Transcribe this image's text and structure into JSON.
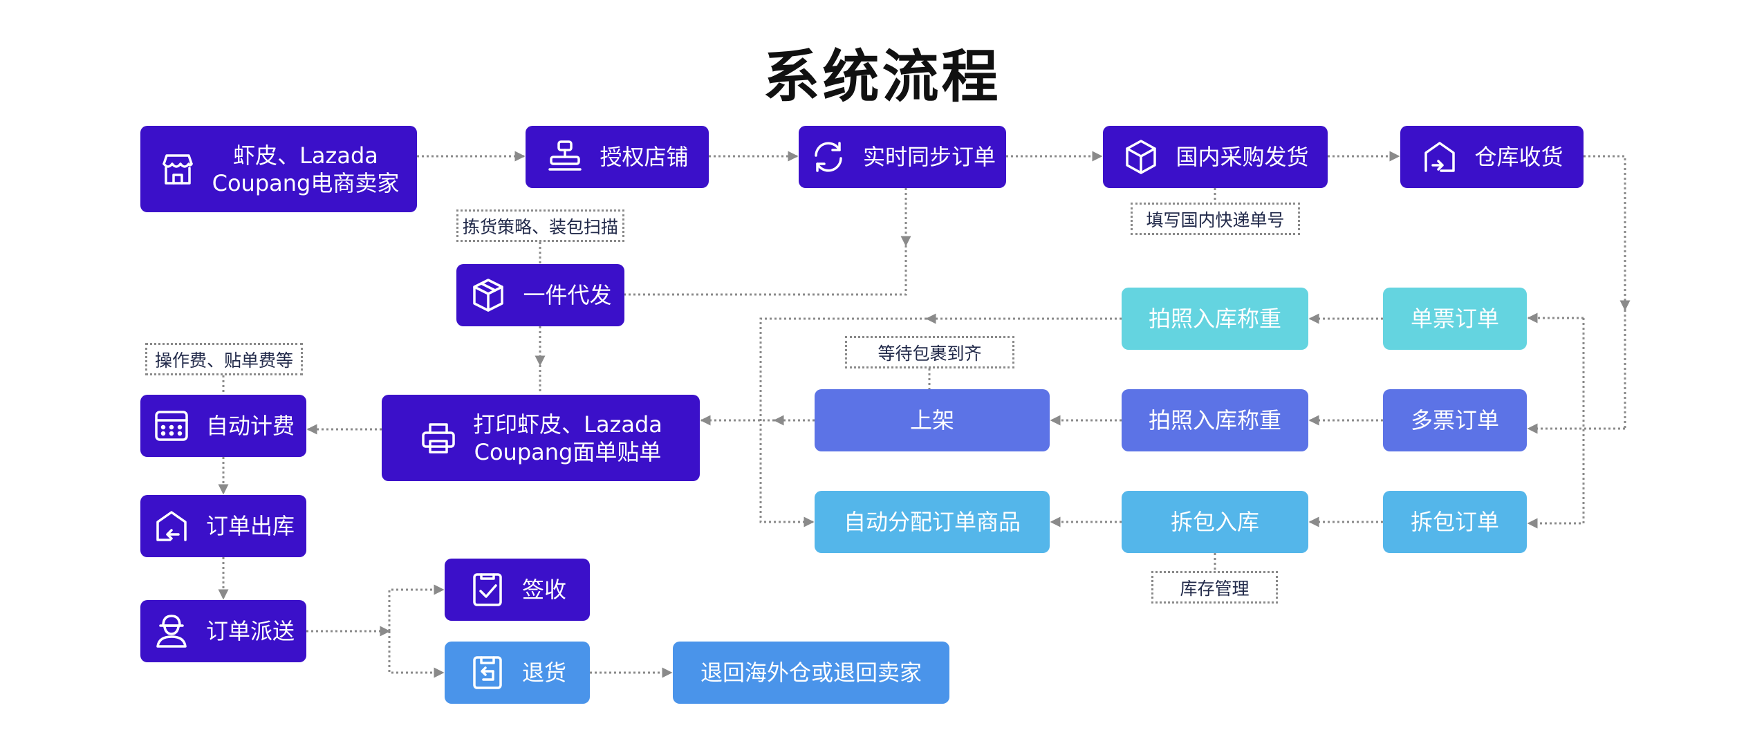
{
  "title": "系统流程",
  "colors": {
    "dark": "#3b10c9",
    "mid": "#5c73e6",
    "cyan": "#64d4e0",
    "sky": "#54b6ea",
    "blue": "#4a94ea",
    "connector": "#8a8a8a"
  },
  "nodes": {
    "seller": {
      "label": "虾皮、Lazada\nCoupang电商卖家",
      "icon": "storefront-icon"
    },
    "authorize": {
      "label": "授权店铺",
      "icon": "stamp-icon"
    },
    "sync": {
      "label": "实时同步订单",
      "icon": "sync-icon"
    },
    "domestic_purchase": {
      "label": "国内采购发货",
      "icon": "package-cube-icon"
    },
    "warehouse_receive": {
      "label": "仓库收货",
      "icon": "warehouse-in-icon"
    },
    "dropship": {
      "label": "一件代发",
      "icon": "box-icon"
    },
    "single_order": {
      "label": "单票订单"
    },
    "photo_weigh_single": {
      "label": "拍照入库称重"
    },
    "multi_order": {
      "label": "多票订单"
    },
    "photo_weigh_multi": {
      "label": "拍照入库称重"
    },
    "shelve": {
      "label": "上架"
    },
    "split_order": {
      "label": "拆包订单"
    },
    "split_inbound": {
      "label": "拆包入库"
    },
    "auto_allocate": {
      "label": "自动分配订单商品"
    },
    "print_label": {
      "label": "打印虾皮、Lazada\nCoupang面单贴单",
      "icon": "printer-icon"
    },
    "auto_billing": {
      "label": "自动计费",
      "icon": "calculator-icon"
    },
    "outbound": {
      "label": "订单出库",
      "icon": "warehouse-out-icon"
    },
    "delivery": {
      "label": "订单派送",
      "icon": "courier-icon"
    },
    "signed": {
      "label": "签收",
      "icon": "checklist-icon"
    },
    "return_goods": {
      "label": "退货",
      "icon": "return-icon"
    },
    "return_dest": {
      "label": "退回海外仓或退回卖家"
    }
  },
  "notes": {
    "picking": "拣货策略、装包扫描",
    "tracking": "填写国内快递单号",
    "wait": "等待包裹到齐",
    "fees": "操作费、贴单费等",
    "inventory": "库存管理"
  }
}
